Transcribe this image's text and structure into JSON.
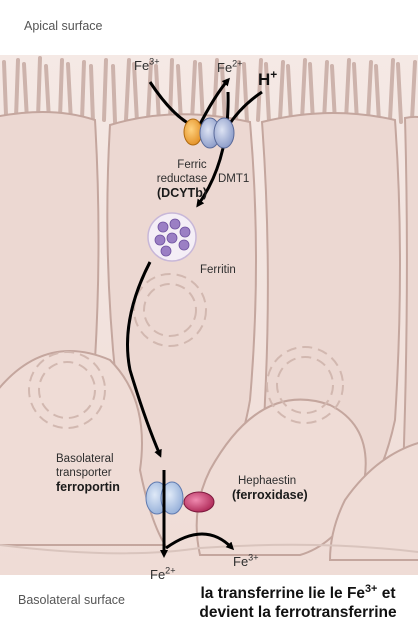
{
  "labels": {
    "apical_surface": "Apical surface",
    "basolateral_surface": "Basolateral surface",
    "fe3_top": "Fe",
    "fe3_top_charge": "3+",
    "fe2_top": "Fe",
    "fe2_top_charge": "2+",
    "proton": "H",
    "proton_charge": "+",
    "ferric_reductase_line1": "Ferric",
    "ferric_reductase_line2": "reductase",
    "dcytb": "(DCYTb)",
    "dmt1": "DMT1",
    "ferritin": "Ferritin",
    "basolateral_transporter_line1": "Basolateral",
    "basolateral_transporter_line2": "transporter",
    "ferroportin": "ferroportin",
    "hephaestin": "Hephaestin",
    "ferroxidase": "(ferroxidase)",
    "fe2_bottom": "Fe",
    "fe2_bottom_charge": "2+",
    "fe3_bottom": "Fe",
    "fe3_bottom_charge": "3+"
  },
  "caption": {
    "line1_pre": "la transferrine lie le Fe",
    "line1_charge": "3+",
    "line1_post": " et",
    "line2": "devient la ferrotransferrine"
  },
  "colors": {
    "cell_fill": "#ecd9d3",
    "cell_stroke": "#cdb2aa",
    "background_tissue": "#f3e4df",
    "ferric_reductase": "#f2a43c",
    "dmt1": "#9fb0d8",
    "ferroportin": "#a9c4e6",
    "hephaestin": "#c8326c",
    "ferritin_particles": "#9b7fc4"
  }
}
